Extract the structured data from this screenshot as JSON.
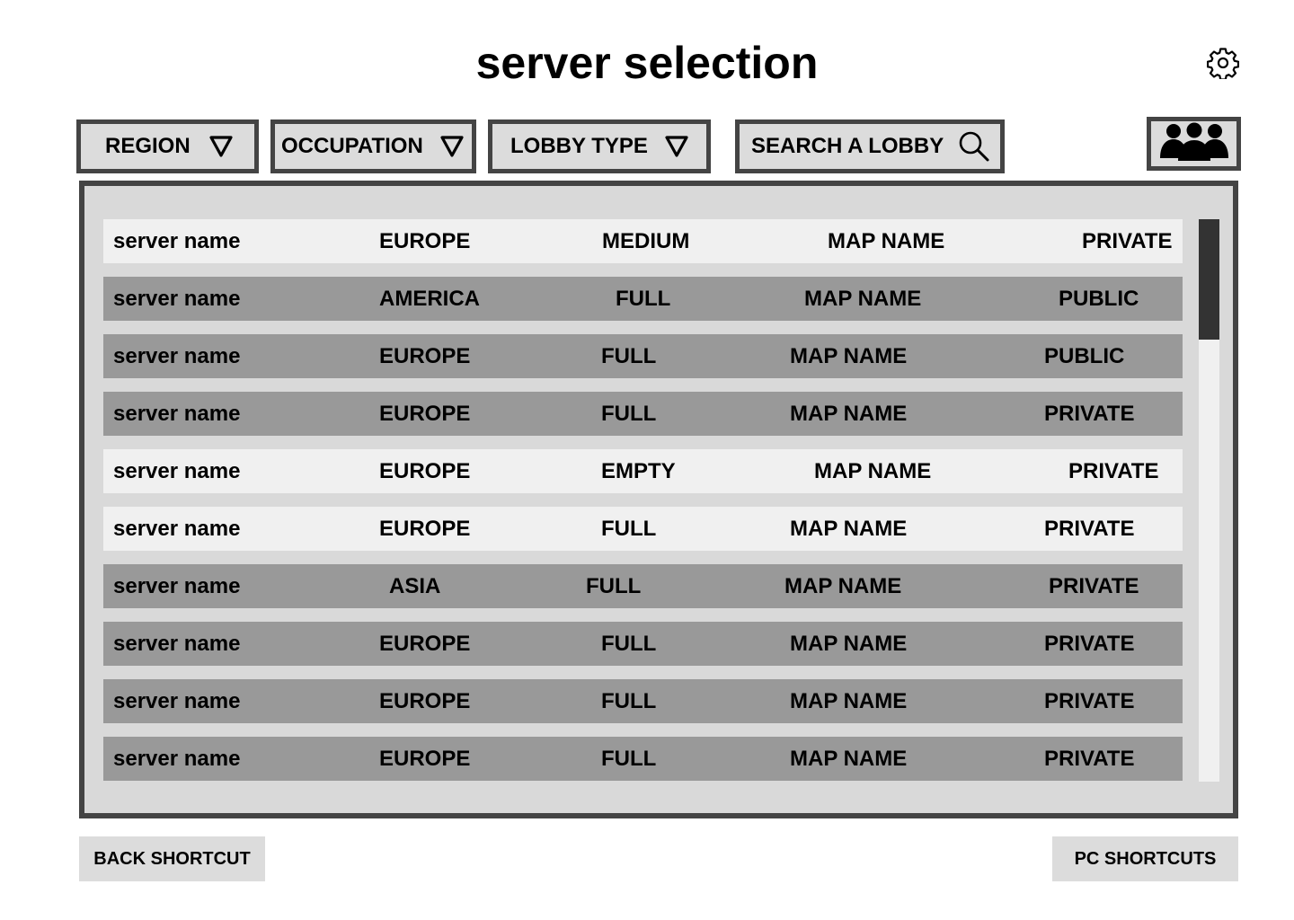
{
  "header": {
    "title": "server selection"
  },
  "filters": {
    "region_label": "REGION",
    "occupation_label": "OCCUPATION",
    "lobby_type_label": "LOBBY TYPE",
    "search_label": "SEARCH A LOBBY"
  },
  "icons": {
    "settings": "gear-icon",
    "players": "group-icon",
    "search": "search-icon",
    "dropdown": "triangle-down-icon"
  },
  "servers": [
    {
      "name": "server name",
      "region": "EUROPE",
      "occupation": "MEDIUM",
      "map": "MAP NAME",
      "type": "PRIVATE"
    },
    {
      "name": "server name",
      "region": "AMERICA",
      "occupation": "FULL",
      "map": "MAP NAME",
      "type": "PUBLIC"
    },
    {
      "name": "server name",
      "region": "EUROPE",
      "occupation": "FULL",
      "map": "MAP NAME",
      "type": "PUBLIC"
    },
    {
      "name": "server name",
      "region": "EUROPE",
      "occupation": "FULL",
      "map": "MAP NAME",
      "type": "PRIVATE"
    },
    {
      "name": "server name",
      "region": "EUROPE",
      "occupation": "EMPTY",
      "map": "MAP NAME",
      "type": "PRIVATE"
    },
    {
      "name": "server name",
      "region": "EUROPE",
      "occupation": "FULL",
      "map": "MAP NAME",
      "type": "PRIVATE"
    },
    {
      "name": "server name",
      "region": "ASIA",
      "occupation": "FULL",
      "map": "MAP NAME",
      "type": "PRIVATE"
    },
    {
      "name": "server name",
      "region": "EUROPE",
      "occupation": "FULL",
      "map": "MAP NAME",
      "type": "PRIVATE"
    },
    {
      "name": "server name",
      "region": "EUROPE",
      "occupation": "FULL",
      "map": "MAP NAME",
      "type": "PRIVATE"
    },
    {
      "name": "server name",
      "region": "EUROPE",
      "occupation": "FULL",
      "map": "MAP NAME",
      "type": "PRIVATE"
    }
  ],
  "footer": {
    "back_label": "BACK SHORTCUT",
    "pc_label": "PC SHORTCUTS"
  },
  "colors": {
    "border": "#444444",
    "row_light": "#f0f0f0",
    "row_dark": "#999999",
    "panel": "#d9d9d9"
  }
}
